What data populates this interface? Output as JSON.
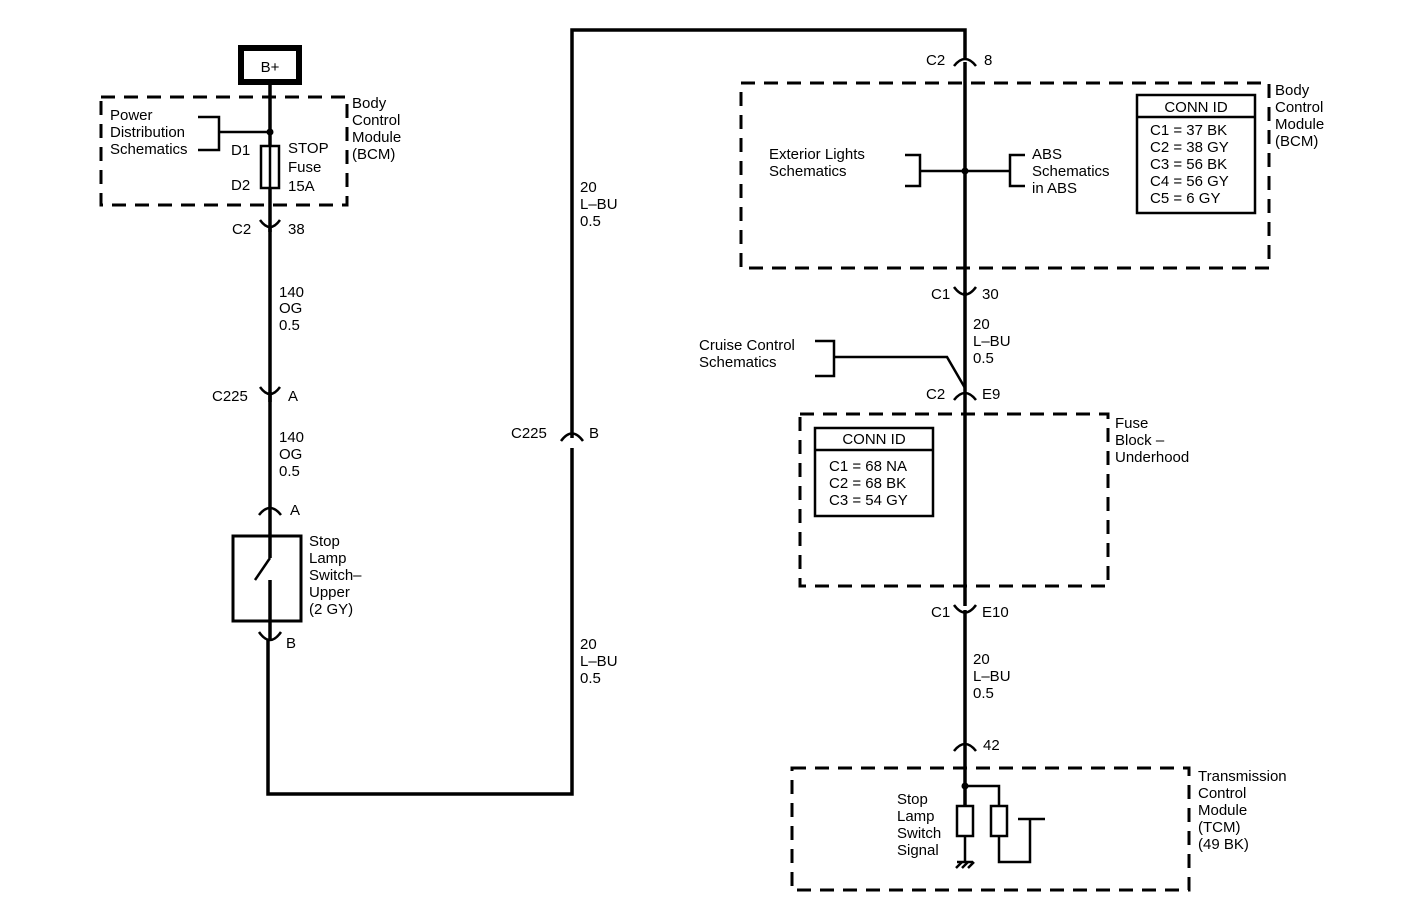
{
  "power": {
    "bplus": "B+"
  },
  "bcm_top": {
    "power_dist": [
      "Power",
      "Distribution",
      "Schematics"
    ],
    "pin_d1": "D1",
    "pin_d2": "D2",
    "fuse": [
      "STOP",
      "Fuse",
      "15A"
    ],
    "module": [
      "Body",
      "Control",
      "Module",
      "(BCM)"
    ]
  },
  "conn_c2_38": {
    "conn": "C2",
    "pin": "38"
  },
  "wire_og_1": [
    "140",
    "OG",
    "0.5"
  ],
  "conn_c225_a": {
    "conn": "C225",
    "pin": "A"
  },
  "wire_og_2": [
    "140",
    "OG",
    "0.5"
  ],
  "switch": {
    "pin_a": "A",
    "pin_b": "B",
    "label": [
      "Stop",
      "Lamp",
      "Switch–",
      "Upper",
      "(2 GY)"
    ]
  },
  "wire_lbu_left_1": [
    "20",
    "L–BU",
    "0.5"
  ],
  "conn_c225_b": {
    "conn": "C225",
    "pin": "B"
  },
  "wire_lbu_left_2": [
    "20",
    "L–BU",
    "0.5"
  ],
  "conn_c2_8": {
    "conn": "C2",
    "pin": "8"
  },
  "bcm_right": {
    "exterior": [
      "Exterior Lights",
      "Schematics"
    ],
    "abs": [
      "ABS",
      "Schematics",
      "in ABS"
    ],
    "conn_id_title": "CONN ID",
    "conn_id_rows": [
      "C1 = 37 BK",
      "C2 = 38 GY",
      "C3 = 56 BK",
      "C4 = 56 GY",
      "C5 = 6 GY"
    ],
    "module": [
      "Body",
      "Control",
      "Module",
      "(BCM)"
    ]
  },
  "conn_c1_30": {
    "conn": "C1",
    "pin": "30"
  },
  "wire_lbu_r1": [
    "20",
    "L–BU",
    "0.5"
  ],
  "cruise": [
    "Cruise Control",
    "Schematics"
  ],
  "conn_c2_e9": {
    "conn": "C2",
    "pin": "E9"
  },
  "fuse_block": {
    "conn_id_title": "CONN ID",
    "conn_id_rows": [
      "C1 = 68 NA",
      "C2 = 68 BK",
      "C3 = 54 GY"
    ],
    "label": [
      "Fuse",
      "Block –",
      "Underhood"
    ]
  },
  "conn_c1_e10": {
    "conn": "C1",
    "pin": "E10"
  },
  "wire_lbu_r2": [
    "20",
    "L–BU",
    "0.5"
  ],
  "conn_42": {
    "pin": "42"
  },
  "tcm": {
    "signal": [
      "Stop",
      "Lamp",
      "Switch",
      "Signal"
    ],
    "label": [
      "Transmission",
      "Control",
      "Module",
      "(TCM)",
      "(49 BK)"
    ]
  }
}
